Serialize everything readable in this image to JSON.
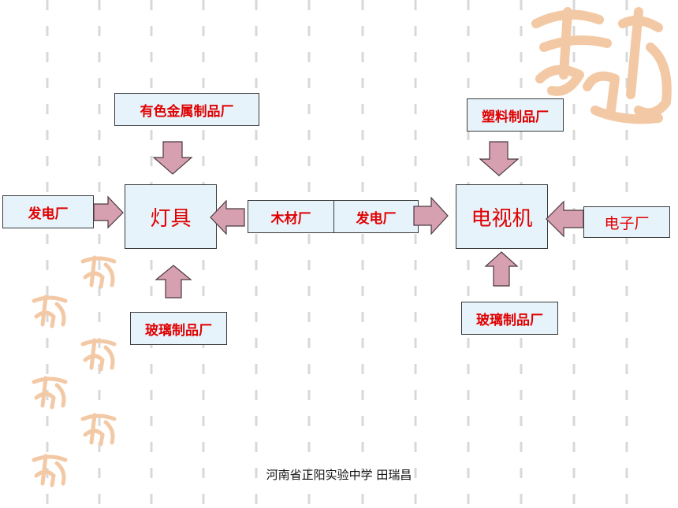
{
  "boxes": {
    "nonferrous": "有色金属制品厂",
    "lamp": "灯具",
    "power_left": "发电厂",
    "glass_left": "玻璃制品厂",
    "wood": "木材厂",
    "power_mid": "发电厂",
    "plastic": "塑料制品厂",
    "tv": "电视机",
    "electronics": "电子厂",
    "glass_right": "玻璃制品厂"
  },
  "footer": "河南省正阳实验中学  田瑞昌",
  "colors": {
    "box_fill": "#e6f3fb",
    "box_text": "#e00000",
    "arrow_fill": "#d6a0b0",
    "arrow_stroke": "#4a3a40",
    "seal": "#f3c9a5"
  }
}
